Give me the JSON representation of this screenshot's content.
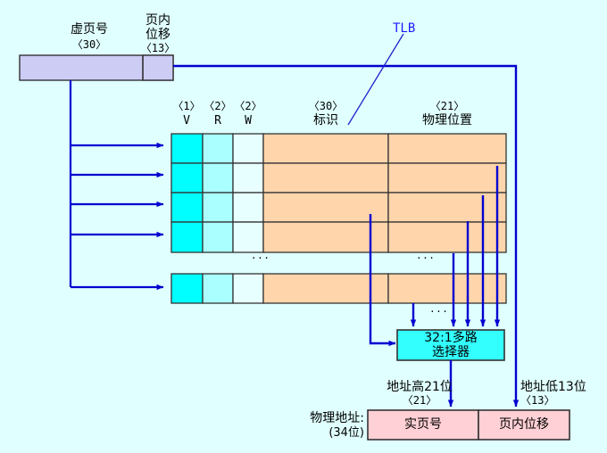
{
  "diagram": {
    "title_label": "TLB",
    "virtual_address": {
      "vpn_label": "虚页号",
      "vpn_bits": "〈30〉",
      "offset_label": "页内\n位移",
      "offset_label_line1": "页内",
      "offset_label_line2": "位移",
      "offset_bits": "〈13〉"
    },
    "tlb_table": {
      "columns": [
        {
          "name": "V",
          "bits": "〈1〉",
          "color": "#00ffff"
        },
        {
          "name": "R",
          "bits": "〈2〉",
          "color": "#aaffff"
        },
        {
          "name": "W",
          "bits": "〈2〉",
          "color": "#e8ffff"
        },
        {
          "name": "标识",
          "bits": "〈30〉",
          "color": "#ffd5ab"
        },
        {
          "name": "物理位置",
          "bits": "〈21〉",
          "color": "#ffd5ab"
        }
      ],
      "row_count_visible": 5,
      "ellipsis": "···"
    },
    "mux": {
      "line1": "32:1多路",
      "line2": "选择器",
      "color": "#33ffff",
      "ellipsis": "···"
    },
    "result": {
      "label_line1": "物理地址:",
      "label_line2": "(34位)",
      "high_label": "地址高21位",
      "high_bits": "〈21〉",
      "low_label": "地址低13位",
      "low_bits": "〈13〉",
      "frame_label": "实页号",
      "offset_label": "页内位移",
      "color": "#ffd0d5"
    },
    "colors": {
      "background": "#e0ffff",
      "wire": "#0000d0",
      "vaddr_box": "#ccccf5",
      "stroke": "#333333"
    }
  }
}
